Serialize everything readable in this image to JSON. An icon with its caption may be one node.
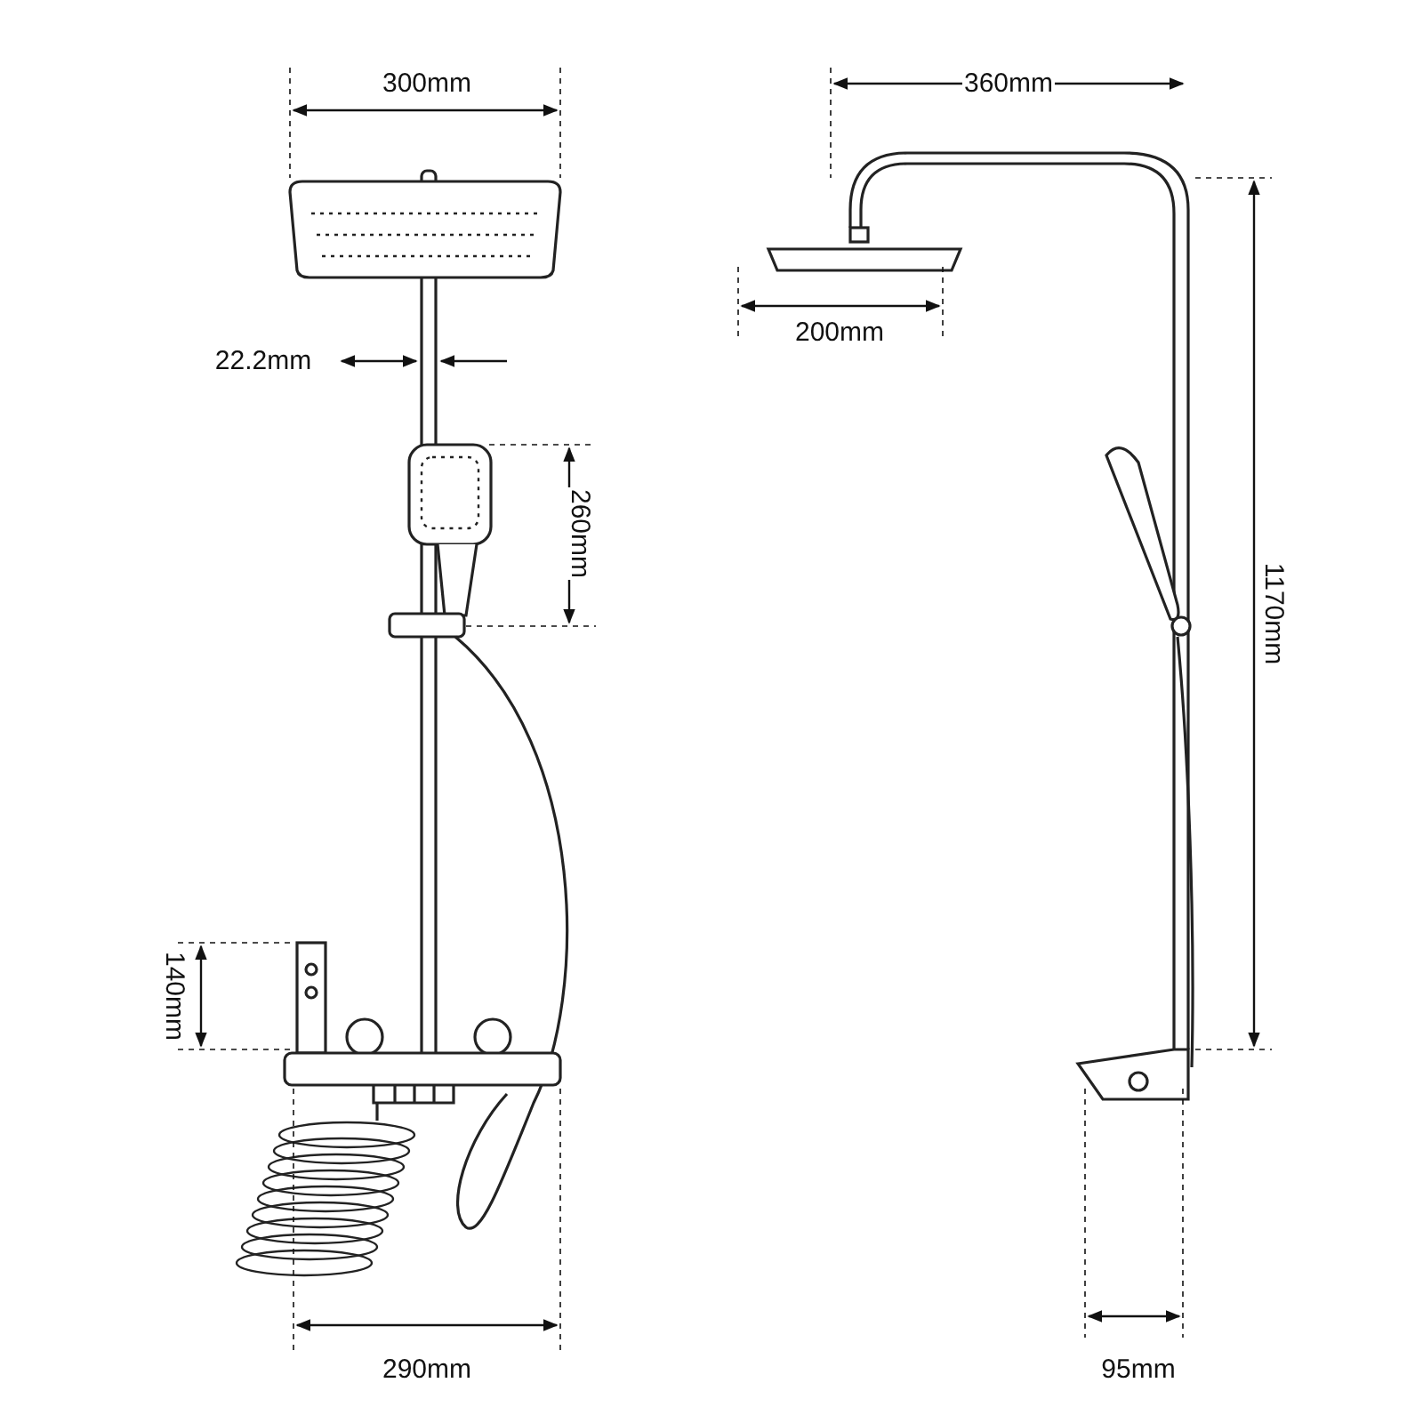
{
  "diagram": {
    "labels": [
      "300mm",
      "360mm",
      "200mm",
      "22.2mm",
      "260mm",
      "1170mm",
      "140mm",
      "290mm",
      "95mm"
    ]
  }
}
